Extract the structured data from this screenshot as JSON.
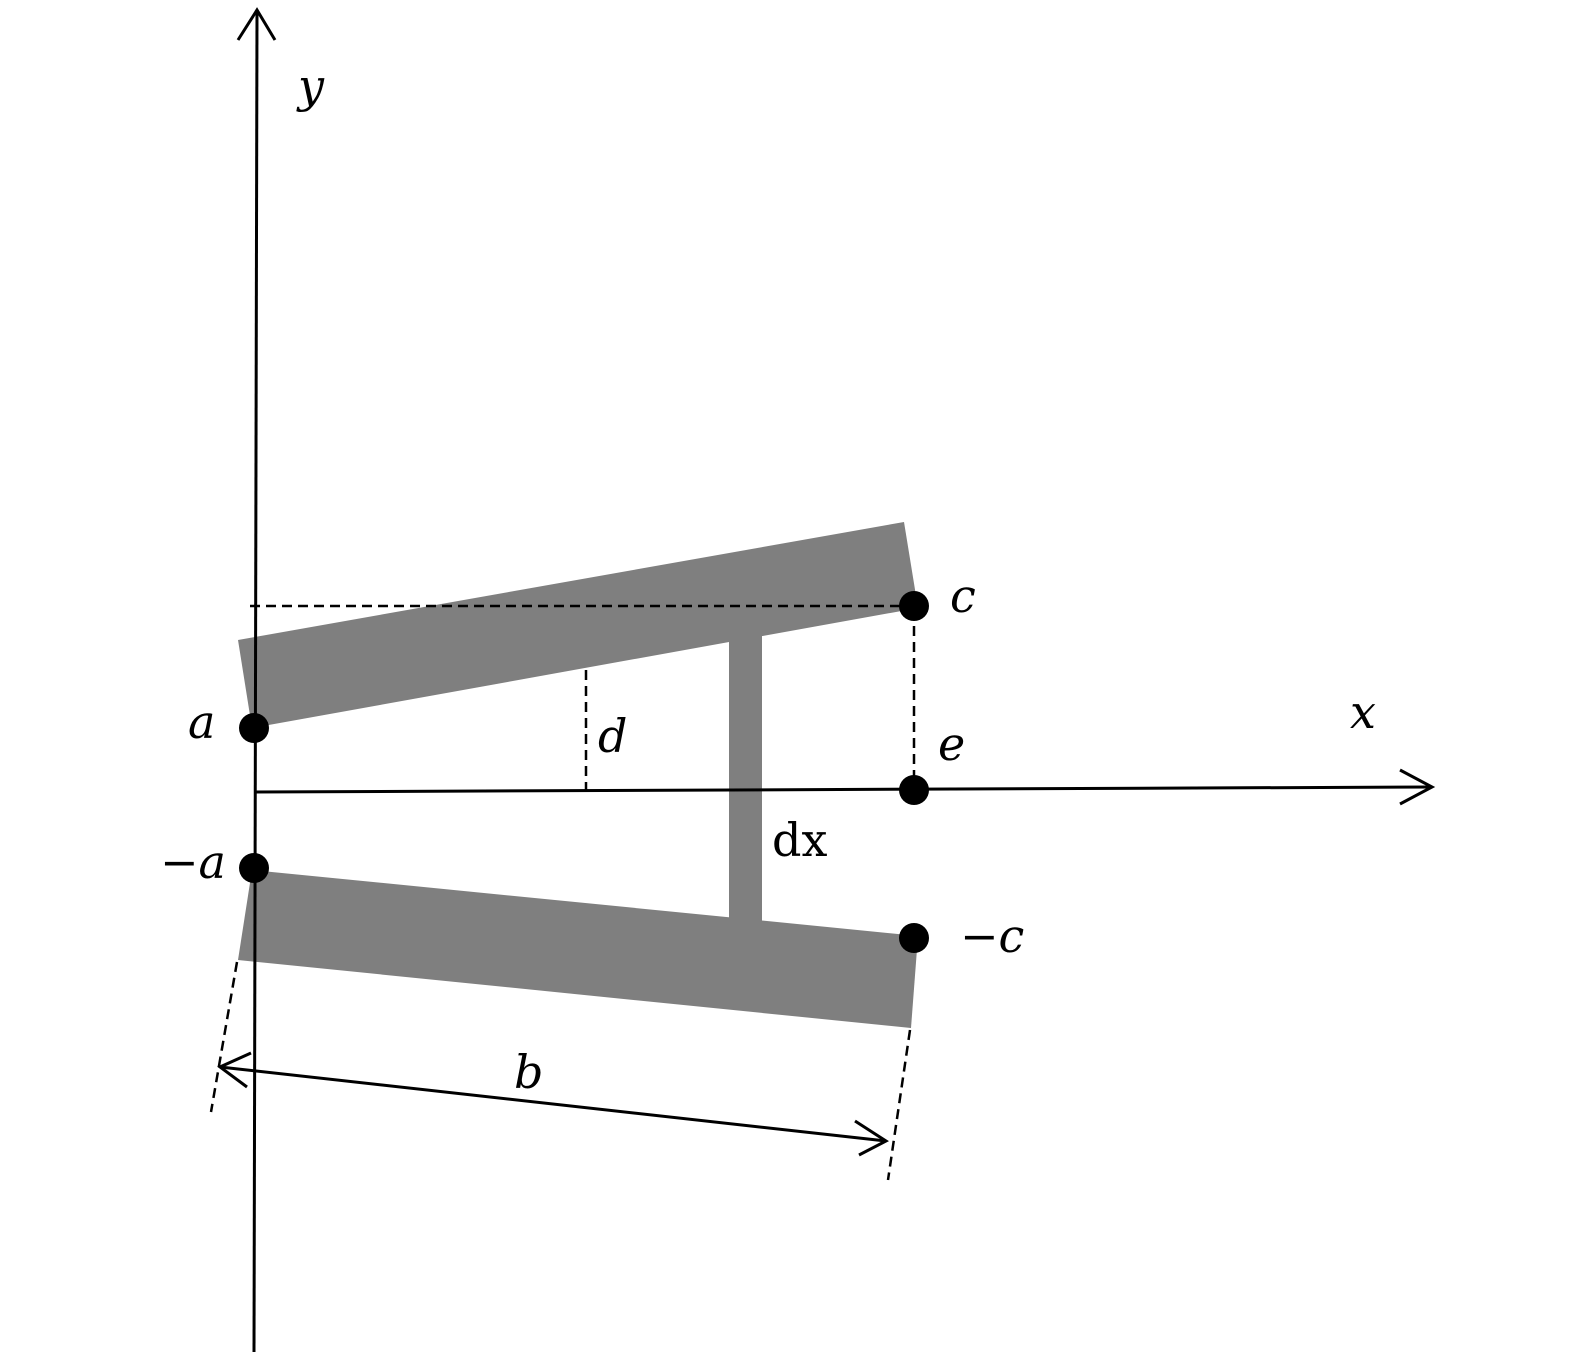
{
  "labels": {
    "y_axis": "y",
    "x_axis": "x",
    "a": "a",
    "neg_a": "−a",
    "c": "c",
    "neg_c": "−c",
    "d": "d",
    "e": "e",
    "dx": "dx",
    "b": "b"
  },
  "colors": {
    "shape_fill": "#7f7f7f",
    "line": "#000000",
    "point": "#000000",
    "background": "#ffffff"
  }
}
